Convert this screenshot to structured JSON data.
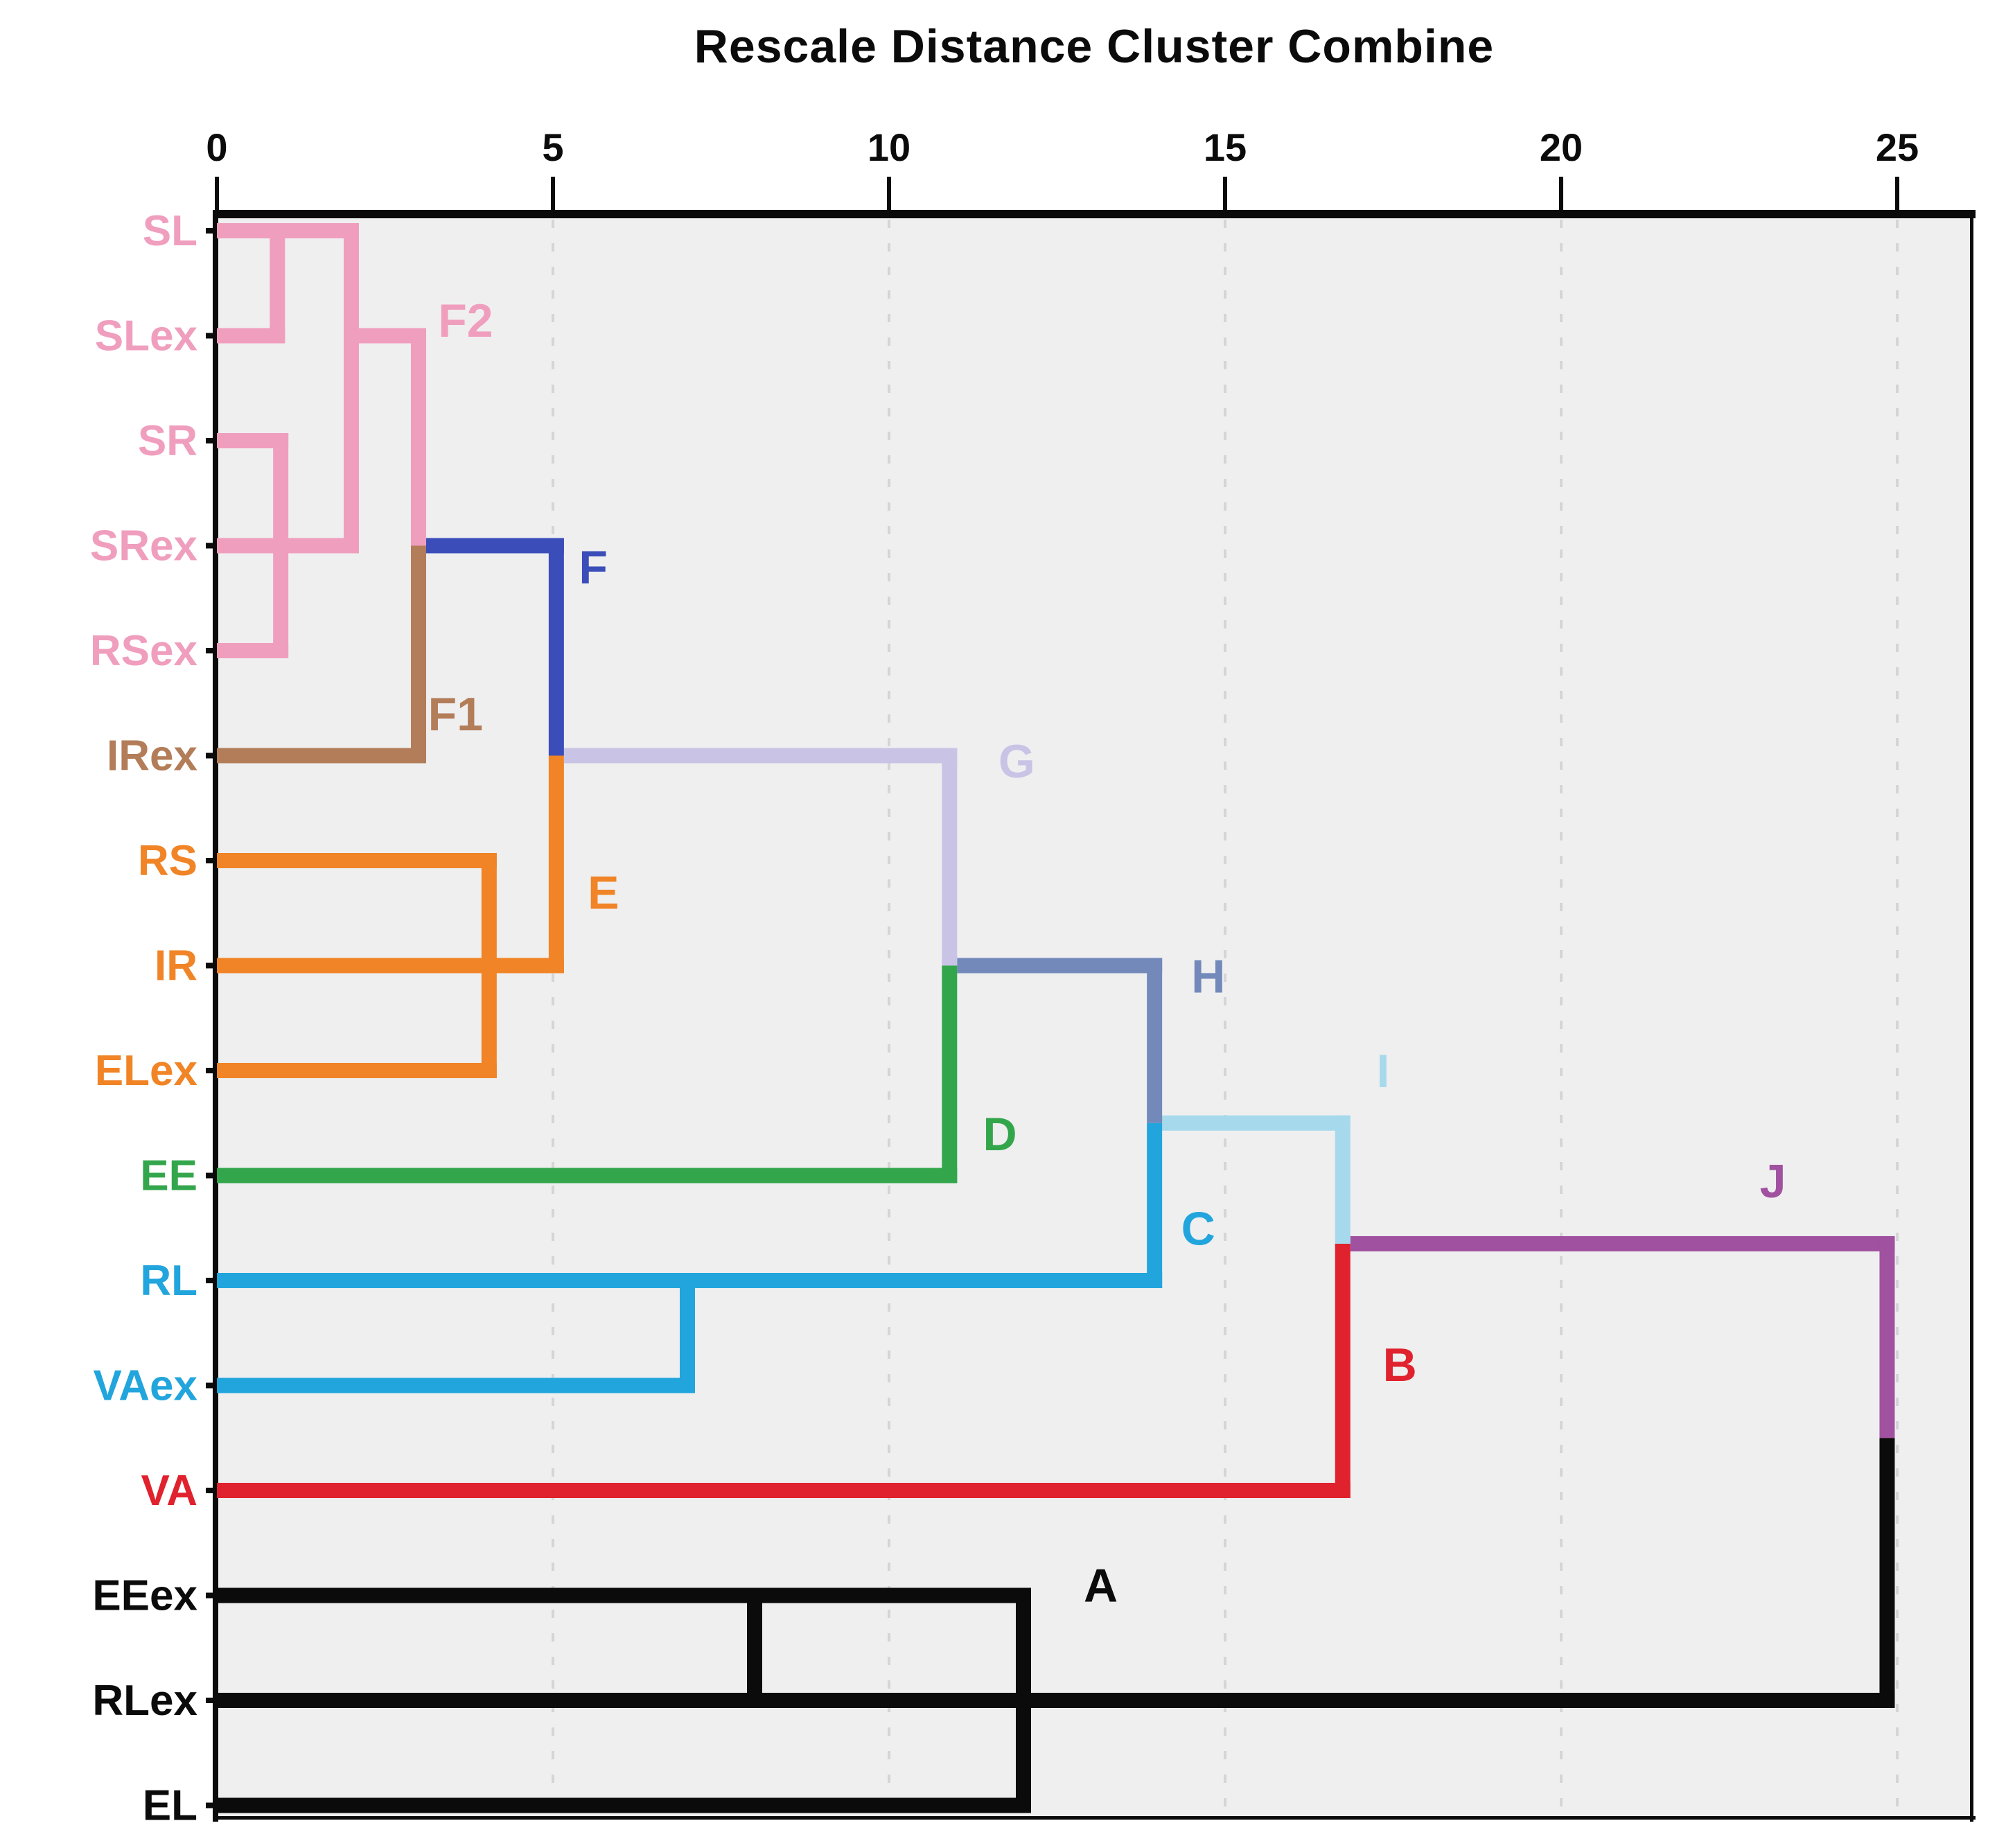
{
  "chart_data": {
    "type": "dendrogram",
    "title": "Rescale Distance Cluster Combine",
    "orientation": "horizontal",
    "x_axis": {
      "range": [
        0,
        25
      ],
      "tick_values": [
        0,
        5,
        10,
        15,
        20,
        25
      ],
      "gridlines": [
        5,
        10,
        15,
        20,
        25
      ],
      "grid_style": "dashed"
    },
    "colors": {
      "pink": "#F09EBE",
      "brown": "#B27D58",
      "darkblue": "#3A4DB9",
      "orange": "#F08426",
      "lavender": "#C9C4E5",
      "green": "#33A64C",
      "steelblue": "#7289BA",
      "cyan": "#22A5DC",
      "paleblue": "#A6D9EC",
      "purple": "#A0519F",
      "red": "#E0222E",
      "black": "#0B0B0B",
      "plot_bg": "#EFEFF0",
      "gridline": "#D5D5D7",
      "border": "#0B0B0B"
    },
    "leaves": [
      {
        "name": "SL",
        "color": "pink",
        "line_end": 2.0
      },
      {
        "name": "SLex",
        "color": "pink",
        "line_end": 0.9
      },
      {
        "name": "SR",
        "color": "pink",
        "line_end": 0.95
      },
      {
        "name": "SRex",
        "color": "pink",
        "line_end": 2.0
      },
      {
        "name": "RSex",
        "color": "pink",
        "line_end": 0.95
      },
      {
        "name": "IRex",
        "color": "brown",
        "line_end": 3.0
      },
      {
        "name": "RS",
        "color": "orange",
        "line_end": 4.05
      },
      {
        "name": "IR",
        "color": "orange",
        "line_end": 5.05
      },
      {
        "name": "ELex",
        "color": "orange",
        "line_end": 4.05
      },
      {
        "name": "EE",
        "color": "green",
        "line_end": 10.9
      },
      {
        "name": "RL",
        "color": "cyan",
        "line_end": 13.95
      },
      {
        "name": "VAex",
        "color": "cyan",
        "line_end": 7.0
      },
      {
        "name": "VA",
        "color": "red",
        "line_end": 16.75
      },
      {
        "name": "EEex",
        "color": "black",
        "line_end": 12.0
      },
      {
        "name": "RLex",
        "color": "black",
        "line_end": 8.0
      },
      {
        "name": "EL",
        "color": "black",
        "line_end": 12.0
      }
    ],
    "links": {
      "verticals": [
        {
          "u": 0.9,
          "r1": 0,
          "r2": 1,
          "color": "pink",
          "cap1": true,
          "cap2": true
        },
        {
          "u": 0.95,
          "r1": 2,
          "r2": 4,
          "color": "pink",
          "cap1": true,
          "cap2": true
        },
        {
          "u": 2.0,
          "r1": 0,
          "r2": 3,
          "color": "pink",
          "cap1": true,
          "cap2": true
        },
        {
          "u": 3.0,
          "r1": 1,
          "r2": 3,
          "color": "pink",
          "cap1": true,
          "cap2": false
        },
        {
          "u": 3.0,
          "r1": 3,
          "r2": 5,
          "color": "brown",
          "cap1": false,
          "cap2": true
        },
        {
          "u": 4.05,
          "r1": 6,
          "r2": 8,
          "color": "orange",
          "cap1": true,
          "cap2": true
        },
        {
          "u": 5.05,
          "r1": 3,
          "r2": 5,
          "color": "darkblue",
          "cap1": true,
          "cap2": false
        },
        {
          "u": 5.05,
          "r1": 5,
          "r2": 7,
          "color": "orange",
          "cap1": false,
          "cap2": true
        },
        {
          "u": 7.0,
          "r1": 10,
          "r2": 11,
          "color": "cyan",
          "cap1": true,
          "cap2": true
        },
        {
          "u": 10.9,
          "r1": 5,
          "r2": 7,
          "color": "lavender",
          "cap1": true,
          "cap2": false
        },
        {
          "u": 10.9,
          "r1": 7,
          "r2": 9,
          "color": "green",
          "cap1": false,
          "cap2": true
        },
        {
          "u": 13.95,
          "r1": 7,
          "r2": 8.5,
          "color": "steelblue",
          "cap1": true,
          "cap2": false
        },
        {
          "u": 13.95,
          "r1": 8.5,
          "r2": 10,
          "color": "cyan",
          "cap1": false,
          "cap2": true
        },
        {
          "u": 16.75,
          "r1": 8.5,
          "r2": 9.65,
          "color": "paleblue",
          "cap1": true,
          "cap2": false
        },
        {
          "u": 16.75,
          "r1": 9.65,
          "r2": 12,
          "color": "red",
          "cap1": false,
          "cap2": true
        },
        {
          "u": 8.0,
          "r1": 13,
          "r2": 14,
          "color": "black",
          "cap1": true,
          "cap2": true
        },
        {
          "u": 12.0,
          "r1": 13,
          "r2": 15,
          "color": "black",
          "cap1": true,
          "cap2": true
        },
        {
          "u": 24.85,
          "r1": 9.65,
          "r2": 11.5,
          "color": "purple",
          "cap1": true,
          "cap2": false
        },
        {
          "u": 24.85,
          "r1": 11.5,
          "r2": 14,
          "color": "black",
          "cap1": false,
          "cap2": true
        }
      ],
      "horizontals": [
        {
          "r": 1,
          "u1": 2.0,
          "u2": 3.0,
          "color": "pink"
        },
        {
          "r": 3,
          "u1": 3.0,
          "u2": 5.05,
          "color": "darkblue"
        },
        {
          "r": 5,
          "u1": 5.05,
          "u2": 10.9,
          "color": "lavender"
        },
        {
          "r": 7,
          "u1": 10.9,
          "u2": 13.95,
          "color": "steelblue"
        },
        {
          "r": 8.5,
          "u1": 13.95,
          "u2": 16.75,
          "color": "paleblue"
        },
        {
          "r": 9.65,
          "u1": 16.75,
          "u2": 24.85,
          "color": "purple"
        },
        {
          "r": 14,
          "u1": 8.0,
          "u2": 24.85,
          "color": "black"
        }
      ]
    },
    "cluster_labels": [
      {
        "text": "F2",
        "color": "pink",
        "u": 3.7,
        "r": 0.85
      },
      {
        "text": "F1",
        "color": "brown",
        "u": 3.55,
        "r": 4.6
      },
      {
        "text": "F",
        "color": "darkblue",
        "u": 5.6,
        "r": 3.2
      },
      {
        "text": "E",
        "color": "orange",
        "u": 5.75,
        "r": 6.3
      },
      {
        "text": "G",
        "color": "lavender",
        "u": 11.9,
        "r": 5.05
      },
      {
        "text": "D",
        "color": "green",
        "u": 11.65,
        "r": 8.6
      },
      {
        "text": "H",
        "color": "steelblue",
        "u": 14.75,
        "r": 7.1
      },
      {
        "text": "C",
        "color": "cyan",
        "u": 14.6,
        "r": 9.5
      },
      {
        "text": "I",
        "color": "paleblue",
        "u": 17.35,
        "r": 8.0
      },
      {
        "text": "B",
        "color": "red",
        "u": 17.6,
        "r": 10.8
      },
      {
        "text": "J",
        "color": "purple",
        "u": 23.15,
        "r": 9.05
      },
      {
        "text": "A",
        "color": "black",
        "u": 13.15,
        "r": 12.9
      }
    ],
    "junctions": [
      {
        "label": "F2",
        "distance": 2.0,
        "joins": [
          "SL+SLex",
          "SR+SRex+RSex"
        ]
      },
      {
        "label": "F1",
        "distance": 3.0,
        "joins": [
          "F2",
          "IRex"
        ]
      },
      {
        "label": "E",
        "distance": 5.05,
        "joins": [
          "RS+ELex",
          "IR"
        ]
      },
      {
        "label": "F",
        "distance": 5.05,
        "joins": [
          "F1",
          "E"
        ]
      },
      {
        "label": "D",
        "distance": 10.9,
        "joins": [
          "EE",
          "F"
        ]
      },
      {
        "label": "G",
        "distance": 10.9,
        "joins": [
          "F",
          "D"
        ]
      },
      {
        "label": "C",
        "distance": 7.0,
        "joins": [
          "RL",
          "VAex"
        ]
      },
      {
        "label": "H",
        "distance": 13.95,
        "joins": [
          "G",
          "C"
        ]
      },
      {
        "label": "I",
        "distance": 16.75,
        "joins": [
          "H",
          "VA"
        ]
      },
      {
        "label": "B",
        "distance": 16.75,
        "joins": [
          "I",
          "VA"
        ]
      },
      {
        "label": "A",
        "distance": 12.0,
        "joins": [
          "EEex+RLex",
          "EL"
        ]
      },
      {
        "label": "J",
        "distance": 24.85,
        "joins": [
          "B",
          "A"
        ]
      }
    ]
  }
}
